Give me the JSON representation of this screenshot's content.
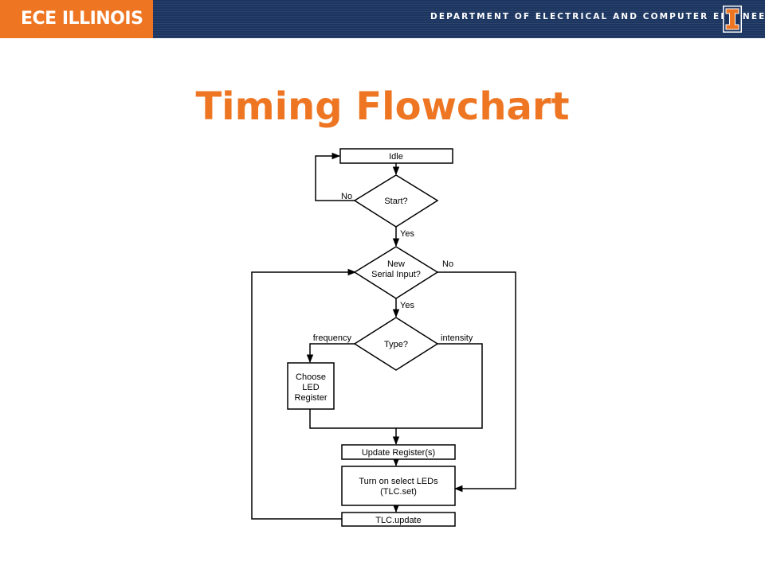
{
  "header": {
    "brand": "ECE ILLINOIS",
    "department": "DEPARTMENT OF ELECTRICAL AND COMPUTER ENGINEERING",
    "logo_icon": "block-i-logo-icon",
    "colors": {
      "orange": "#ee7623",
      "navy": "#1b3560"
    }
  },
  "slide": {
    "title": "Timing Flowchart"
  },
  "flowchart": {
    "idle": "Idle",
    "start": "Start?",
    "new_serial_line1": "New",
    "new_serial_line2": "Serial Input?",
    "type": "Type?",
    "choose_line1": "Choose",
    "choose_line2": "LED",
    "choose_line3": "Register",
    "update_registers": "Update Register(s)",
    "turn_on_line1": "Turn on select LEDs",
    "turn_on_line2": "(TLC.set)",
    "tlc_update": "TLC.update",
    "label_no_start": "No",
    "label_yes_start": "Yes",
    "label_no_serial": "No",
    "label_yes_serial": "Yes",
    "label_frequency": "frequency",
    "label_intensity": "intensity"
  }
}
